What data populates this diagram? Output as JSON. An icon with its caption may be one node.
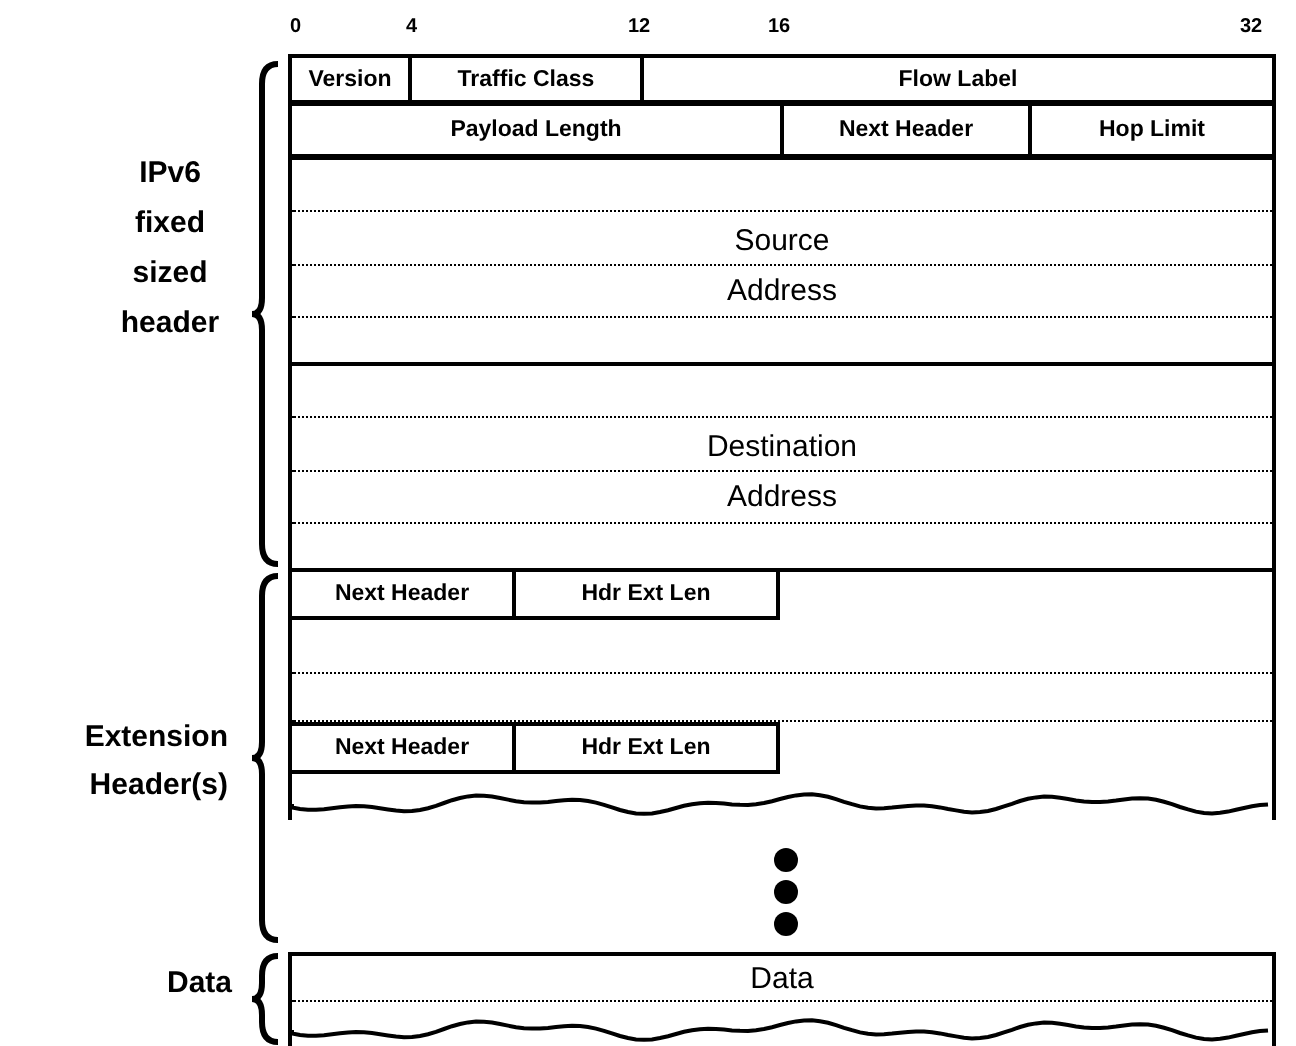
{
  "diagram": {
    "nodes": [
      {
        "text": [
          "Version"
        ]
      },
      {
        "text": [
          "Traffic Class"
        ]
      },
      {
        "text": [
          "Flow Label"
        ]
      },
      {
        "text": [
          "Payload Length"
        ]
      },
      {
        "text": [
          "Next Header"
        ]
      },
      {
        "text": [
          "Hop Limit"
        ]
      },
      {
        "text": [
          "Source Address"
        ]
      },
      {
        "text": [
          "Destination Address"
        ]
      },
      {
        "text": [],
        "shape": "box"
      },
      {
        "text": [
          "Next Header"
        ],
        "in": 8
      },
      {
        "text": [
          "Hdr Ext Len"
        ],
        "in": 8
      },
      {
        "text": [
          "Next Header"
        ],
        "in": 8
      },
      {
        "text": [
          "Hdr Ext Len"
        ],
        "in": 8
      },
      {
        "text": [
          "Data"
        ]
      }
    ],
    "edges": [],
    "labels": [
      "0",
      "4",
      "12",
      "16",
      "32",
      "IPv6 fixed sized header",
      "Extension Header(s)",
      "Data"
    ]
  }
}
